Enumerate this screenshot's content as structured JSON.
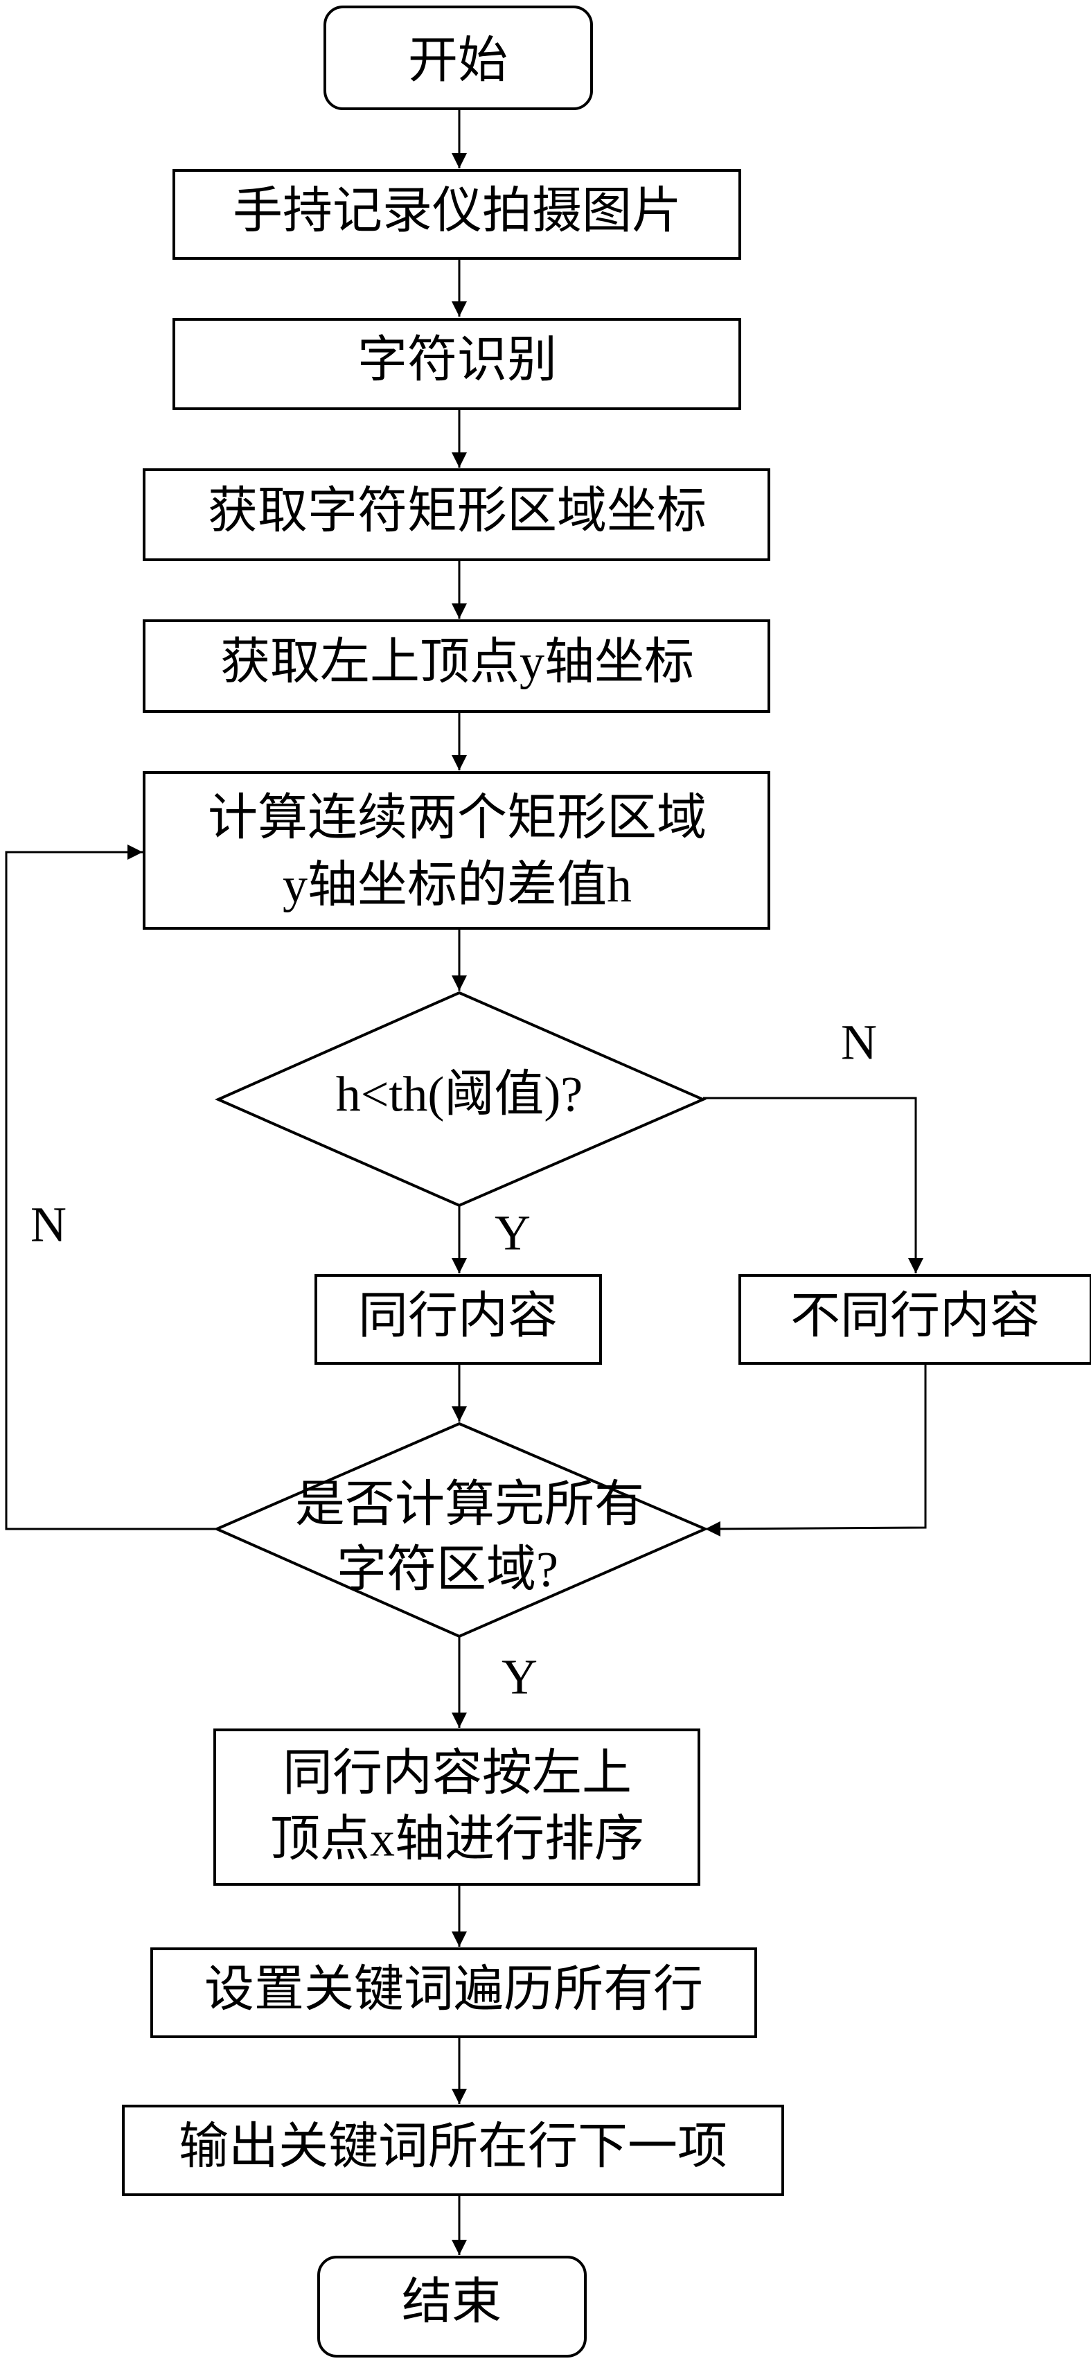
{
  "flowchart": {
    "start": "开始",
    "capture": "手持记录仪拍摄图片",
    "recognize": "字符识别",
    "get_rect_coords": "获取字符矩形区域坐标",
    "get_y_coord": "获取左上顶点y轴坐标",
    "compute_diff": {
      "line1": "计算连续两个矩形区域",
      "line2": "y轴坐标的差值h"
    },
    "decision_threshold": "h<th(阈值)?",
    "same_line": "同行内容",
    "different_line": "不同行内容",
    "decision_all_done": {
      "line1": "是否计算完所有",
      "line2": "字符区域?"
    },
    "sort": {
      "line1": "同行内容按左上",
      "line2": "顶点x轴进行排序"
    },
    "traverse": "设置关键词遍历所有行",
    "output": "输出关键词所在行下一项",
    "end": "结束",
    "yes_label": "Y",
    "no_label": "N"
  }
}
